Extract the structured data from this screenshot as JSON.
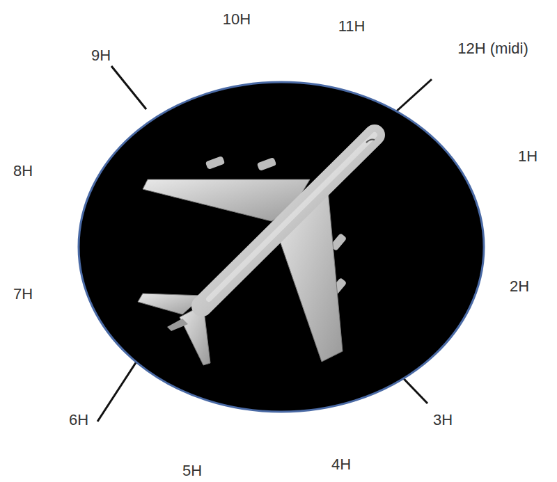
{
  "diagram": {
    "labels": [
      "10H",
      "11H",
      "12H (midi)",
      "1H",
      "2H",
      "3H",
      "4H",
      "5H",
      "6H",
      "7H",
      "8H",
      "9H"
    ]
  }
}
